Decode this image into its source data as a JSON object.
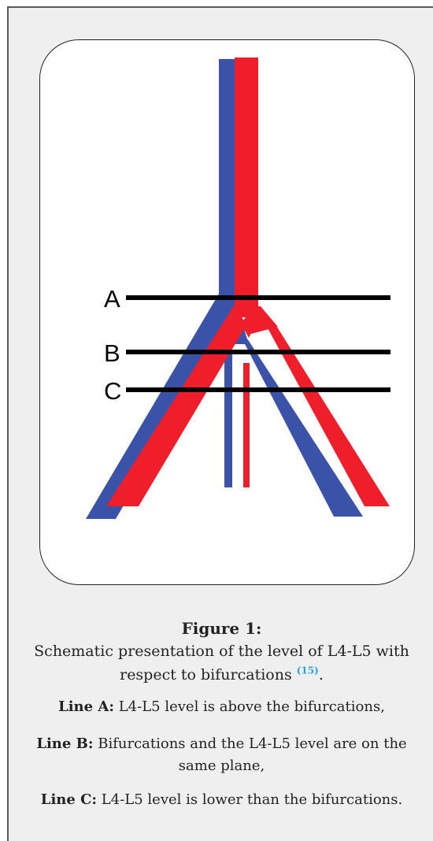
{
  "figure": {
    "title": "Figure 1:",
    "description": "Schematic presentation of the level of L4-L5 with respect to bifurcations",
    "reference": "(15)",
    "description_end": ".",
    "lines": [
      {
        "letter": "A",
        "label": "Line A:",
        "text": "L4-L5 level is above the bifurcations,"
      },
      {
        "letter": "B",
        "label": "Line B:",
        "text": "Bifurcations and the L4-L5 level are on the same plane,"
      },
      {
        "letter": "C",
        "label": "Line C:",
        "text": "L4-L5 level is lower than the bifurcations."
      }
    ],
    "colors": {
      "vein": "#3a52a8",
      "artery": "#ee1f2b",
      "level_line": "#000000",
      "reference": "#29a3e0"
    }
  }
}
